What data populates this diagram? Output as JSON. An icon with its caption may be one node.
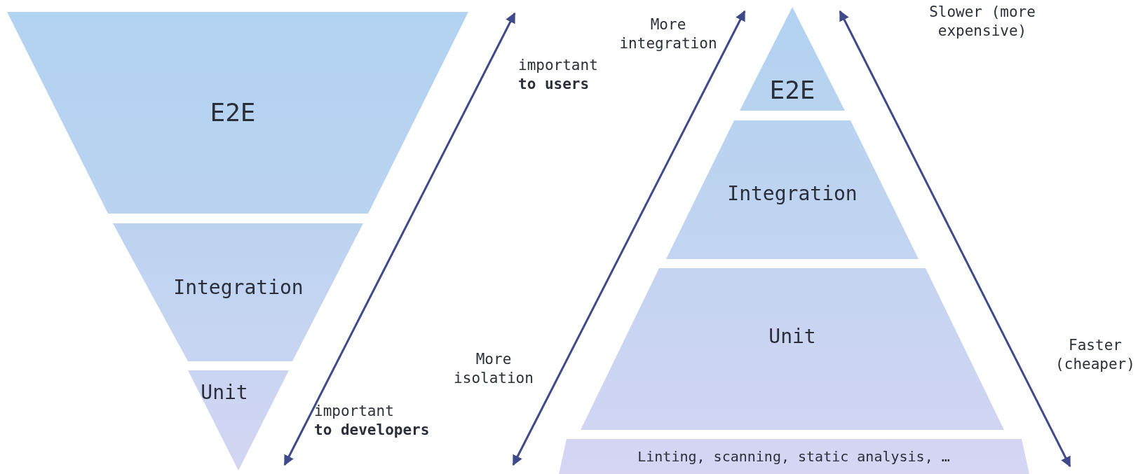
{
  "diagram": {
    "nodes": [
      {
        "text": [
          "E2E"
        ]
      },
      {
        "text": [
          "Integration"
        ]
      },
      {
        "text": [
          "Unit"
        ]
      },
      {
        "text": [
          "E2E"
        ]
      },
      {
        "text": [
          "Integration"
        ]
      },
      {
        "text": [
          "Unit"
        ]
      },
      {
        "text": [
          "Linting, scanning, static analysis, …"
        ]
      }
    ],
    "labels": [
      "More integration",
      "important **to users**",
      "Slower (more expensive)",
      "More isolation",
      "Faster (cheaper)",
      "important **to developers**"
    ]
  }
}
